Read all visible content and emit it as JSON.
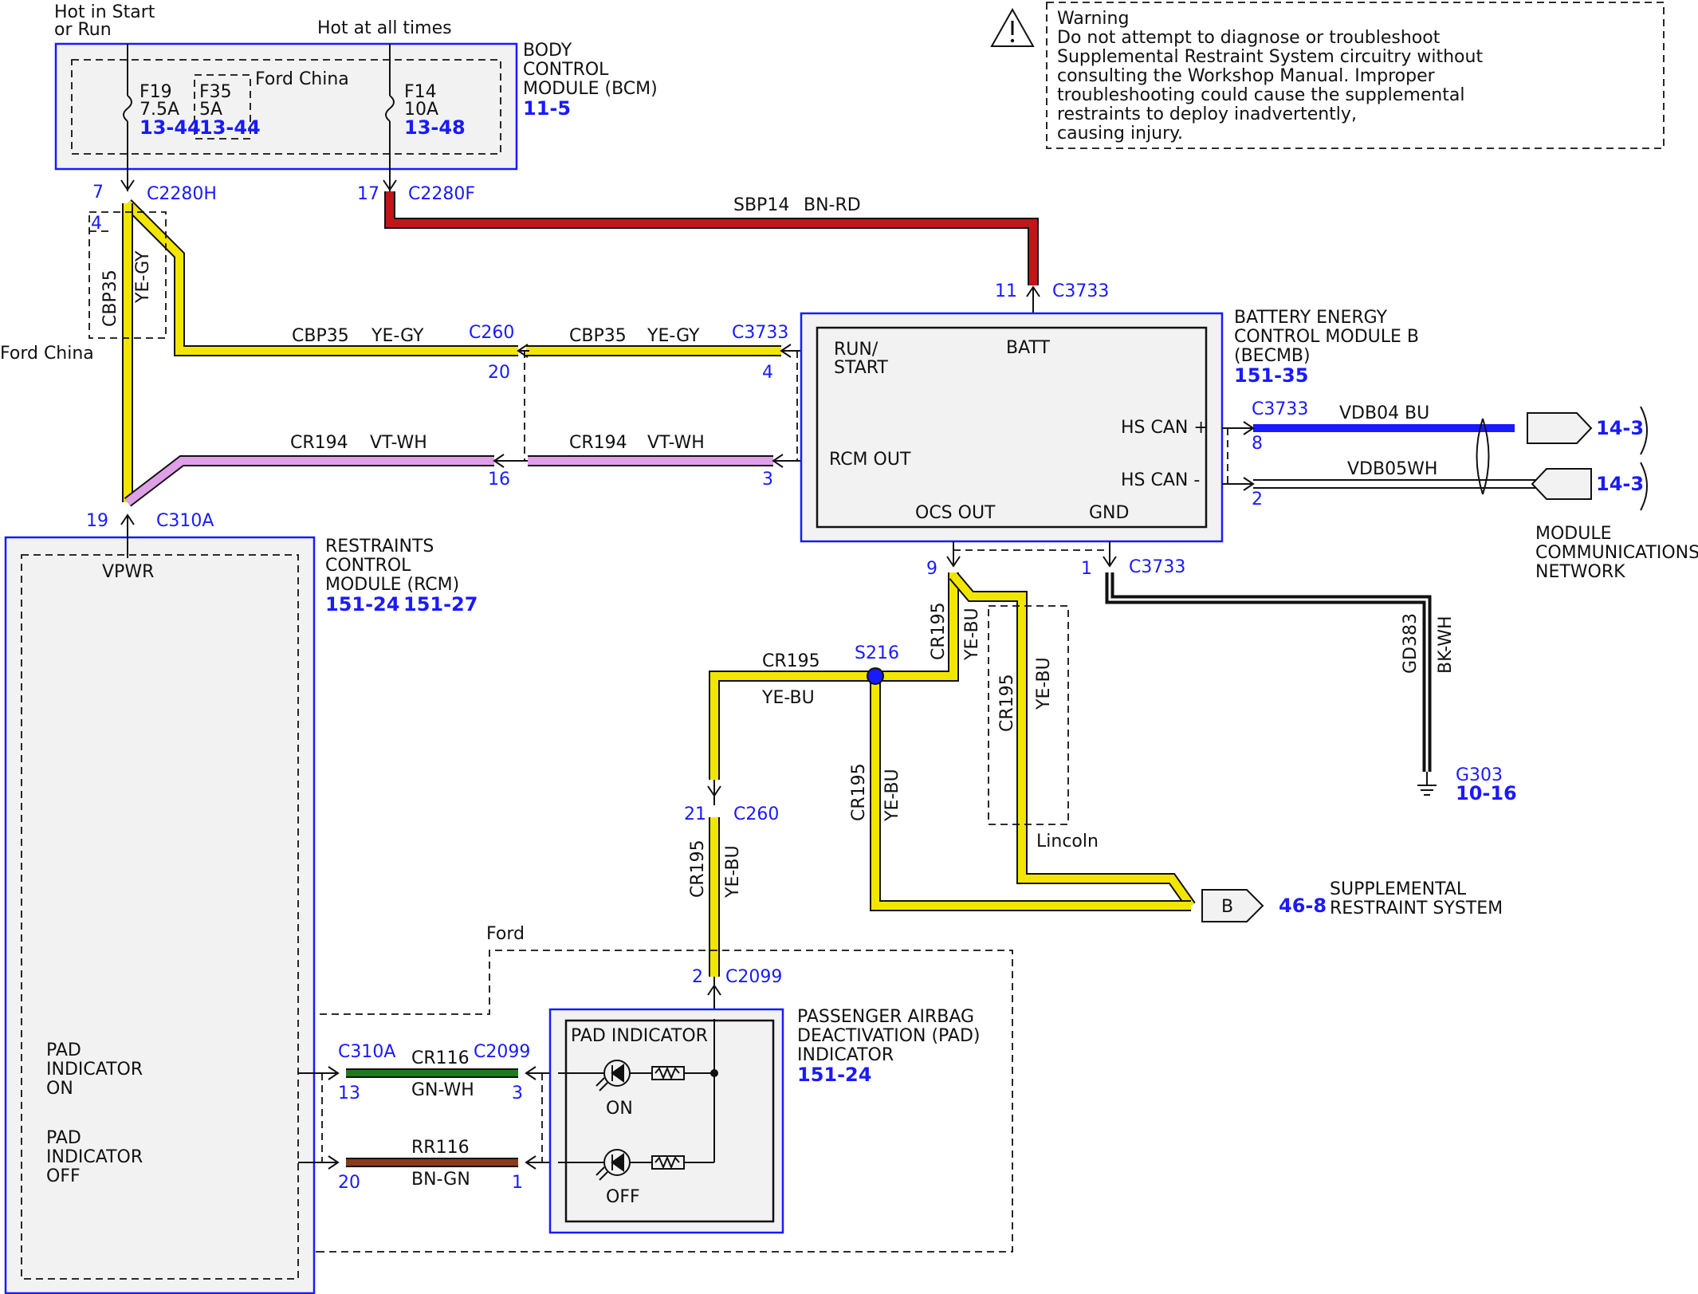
{
  "bcm": {
    "label_hot_start_1": "Hot in Start",
    "label_hot_start_2": "or Run",
    "label_hot_all": "Hot at all times",
    "title_1": "BODY",
    "title_2": "CONTROL",
    "title_3": "MODULE (BCM)",
    "ref": "11-5",
    "ford_china": "Ford China",
    "f19_name": "F19",
    "f19_amp": "7.5A",
    "f19_ref": "13-44",
    "f35_name": "F35",
    "f35_amp": "5A",
    "f35_ref": "13-44",
    "f14_name": "F14",
    "f14_amp": "10A",
    "f14_ref": "13-48",
    "pin_7": "7",
    "conn_c2280h": "C2280H",
    "pin_17": "17",
    "conn_c2280f": "C2280F"
  },
  "warning": {
    "line1": "Warning",
    "line2": "Do not attempt to diagnose or troubleshoot",
    "line3": "Supplemental Restraint System circuitry without",
    "line4": "consulting the Workshop Manual. Improper",
    "line5": "troubleshooting could cause the supplemental",
    "line6": "restraints to deploy inadvertently,",
    "line7": "causing injury."
  },
  "wires": {
    "sbp14": "SBP14",
    "bnrd": "BN-RD",
    "cbp35": "CBP35",
    "yegy": "YE-GY",
    "cr194": "CR194",
    "vtwh": "VT-WH",
    "cr195": "CR195",
    "yebu": "YE-BU",
    "gd383": "GD383",
    "bkwh": "BK-WH",
    "vdb04": "VDB04",
    "bu": "BU",
    "vdb05": "VDB05WH",
    "cr116": "CR116",
    "gnwh": "GN-WH",
    "rr116": "RR116",
    "bngn": "BN-GN"
  },
  "connectors": {
    "pin_4_ford": "4",
    "ford_china_left": "Ford China",
    "c260": "C260",
    "pin_20": "20",
    "pin_16": "16",
    "c3733": "C3733",
    "pin_4": "4",
    "pin_3": "3",
    "pin_11": "11",
    "pin_19": "19",
    "c310a": "C310A",
    "pin_9": "9",
    "pin_1": "1",
    "pin_8": "8",
    "pin_2": "2",
    "s216": "S216",
    "pin_21": "21",
    "c260b": "C260",
    "pin_2b": "2",
    "c2099": "C2099",
    "g303": "G303",
    "g303_ref": "10-16",
    "lincoln": "Lincoln",
    "ford": "Ford",
    "c310a_b": "C310A",
    "pin_13": "13",
    "pin_20b": "20",
    "c2099_b": "C2099",
    "pin_3b": "3",
    "pin_1b": "1"
  },
  "becmb": {
    "title_1": "BATTERY ENERGY",
    "title_2": "CONTROL MODULE B",
    "title_3": "(BECMB)",
    "ref": "151-35",
    "run": "RUN/",
    "start": "START",
    "batt": "BATT",
    "rcm_out": "RCM OUT",
    "hs_can_p": "HS CAN +",
    "hs_can_n": "HS CAN -",
    "ocs_out": "OCS OUT",
    "gnd": "GND"
  },
  "network": {
    "ref1": "14-3",
    "ref2": "14-3",
    "label_1": "MODULE",
    "label_2": "COMMUNICATIONS",
    "label_3": "NETWORK"
  },
  "rcm": {
    "title_1": "RESTRAINTS",
    "title_2": "CONTROL",
    "title_3": "MODULE (RCM)",
    "ref_1": "151-24",
    "ref_2": "151-27",
    "vpwr": "VPWR",
    "pad_on_1": "PAD",
    "pad_on_2": "INDICATOR",
    "pad_on_3": "ON",
    "pad_off_1": "PAD",
    "pad_off_2": "INDICATOR",
    "pad_off_3": "OFF"
  },
  "srs": {
    "connector_letter": "B",
    "ref": "46-8",
    "label_1": "SUPPLEMENTAL",
    "label_2": "RESTRAINT SYSTEM"
  },
  "pad": {
    "inner_title": "PAD INDICATOR",
    "on": "ON",
    "off": "OFF",
    "title_1": "PASSENGER AIRBAG",
    "title_2": "DEACTIVATION (PAD)",
    "title_3": "INDICATOR",
    "ref": "151-24"
  },
  "colors": {
    "module_border": "#1a1aff",
    "yellow_wire": "#f2e600",
    "red_wire": "#c0161a",
    "blue_wire": "#1a1aff",
    "violet_wire": "#e0a0e8",
    "green_wire": "#1f7a1f",
    "brown_wire": "#8b3a1a"
  }
}
